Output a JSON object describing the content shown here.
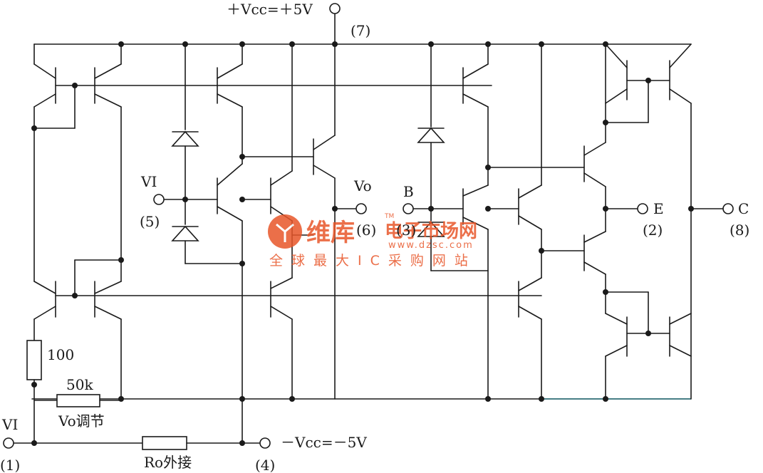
{
  "labels": {
    "vcc_pos": "＋Vcc=＋5V",
    "pin7": "(7)",
    "vi_5": "VI",
    "pin5": "(5)",
    "vo": "Vo",
    "pin6": "(6)",
    "b": "B",
    "pin3": "(3)",
    "e": "E",
    "pin2": "(2)",
    "c": "C",
    "pin8": "(8)",
    "r100": "100",
    "r50k": "50k",
    "vo_adj": "Vo调节",
    "vi_1": "VI",
    "pin1": "(1)",
    "ro_ext": "Ro外接",
    "vcc_neg": "－Vcc=－5V",
    "pin4": "(4)"
  },
  "watermark": {
    "brand": "维库",
    "tagline": "电子市场网",
    "tm": "TM",
    "url": "www.dzsc.com",
    "slogan": "全球最大IC采购网站"
  },
  "colors": {
    "ink": "#1a1a1a",
    "watermark": "#e8562a",
    "ground_bus": "#2d6b74"
  }
}
